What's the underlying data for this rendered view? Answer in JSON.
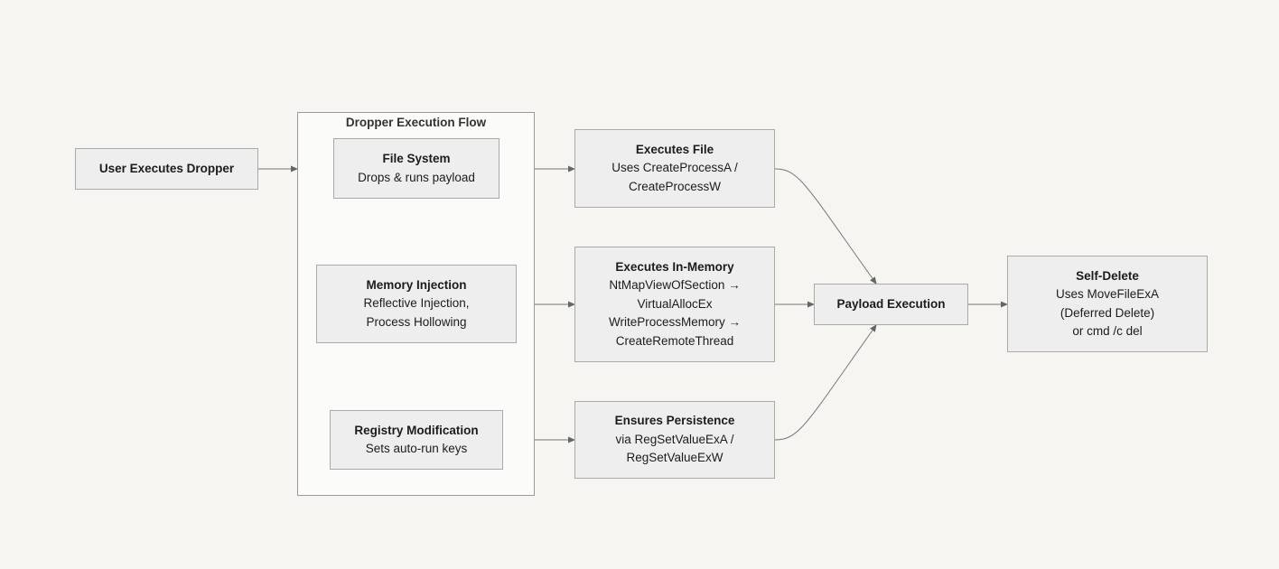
{
  "cluster": {
    "title": "Dropper Execution Flow"
  },
  "nodes": {
    "user": {
      "title": "User Executes Dropper"
    },
    "fs": {
      "title": "File System",
      "lines": [
        "Drops & runs payload"
      ]
    },
    "mem": {
      "title": "Memory Injection",
      "lines": [
        "Reflective Injection,",
        "Process Hollowing"
      ]
    },
    "reg": {
      "title": "Registry Modification",
      "lines": [
        "Sets auto-run keys"
      ]
    },
    "exec_file": {
      "title": "Executes File",
      "lines": [
        "Uses CreateProcessA /",
        "CreateProcessW"
      ]
    },
    "exec_mem": {
      "title": "Executes In-Memory",
      "lines": [
        "NtMapViewOfSection →",
        "VirtualAllocEx",
        "WriteProcessMemory →",
        "CreateRemoteThread"
      ]
    },
    "persist": {
      "title": "Ensures Persistence",
      "lines": [
        "via RegSetValueExA /",
        "RegSetValueExW"
      ]
    },
    "payload": {
      "title": "Payload Execution"
    },
    "self_delete": {
      "title": "Self-Delete",
      "lines": [
        "Uses MoveFileExA",
        "(Deferred Delete)",
        "or cmd /c del"
      ]
    }
  },
  "colors": {
    "background": "#f6f5f2",
    "node_fill": "#eeeeee",
    "node_border": "#a9a9a9",
    "edge": "#777777"
  }
}
